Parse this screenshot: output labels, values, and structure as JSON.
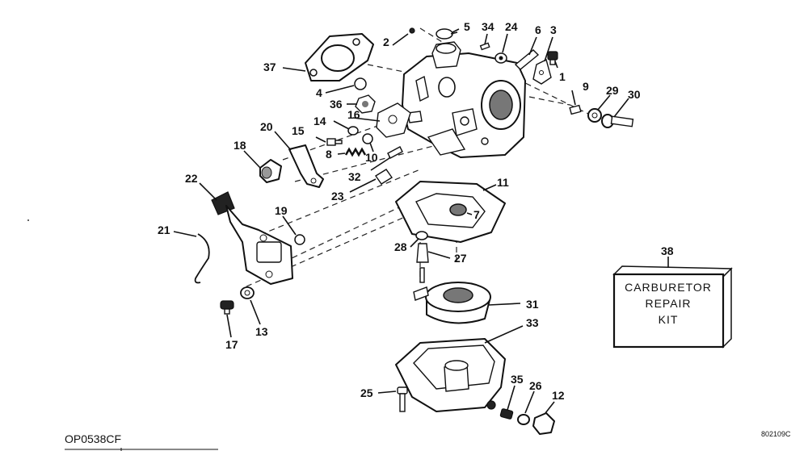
{
  "figure_code_left": "OP0538CF",
  "figure_code_right": "802109C",
  "repair_kit": {
    "number": "38",
    "line1": "CARBURETOR",
    "line2": "REPAIR",
    "line3": "KIT"
  },
  "callouts": {
    "c1": "1",
    "c2": "2",
    "c3": "3",
    "c4": "4",
    "c5": "5",
    "c6": "6",
    "c7": "7",
    "c8": "8",
    "c9": "9",
    "c10": "10",
    "c11": "11",
    "c12": "12",
    "c13": "13",
    "c14": "14",
    "c15": "15",
    "c16": "16",
    "c17": "17",
    "c18": "18",
    "c19": "19",
    "c20": "20",
    "c21": "21",
    "c22": "22",
    "c23": "23",
    "c24": "24",
    "c25": "25",
    "c26": "26",
    "c27": "27",
    "c28": "28",
    "c29": "29",
    "c30": "30",
    "c31": "31",
    "c32": "32",
    "c33": "33",
    "c34": "34",
    "c35": "35",
    "c36": "36",
    "c37": "37"
  }
}
